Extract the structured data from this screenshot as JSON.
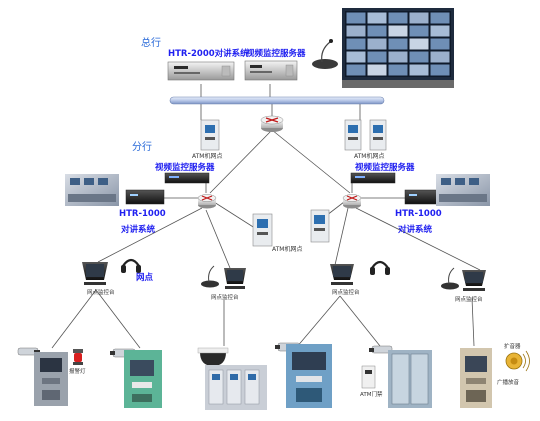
{
  "labels": {
    "hq": "总行",
    "hq_intercom": "HTR-2000对讲系统",
    "hq_video": "视频监控服务器",
    "atm_top_left": "ATM机网点",
    "atm_top_right": "ATM机网点",
    "branch": "分行",
    "left_video": "视频监控服务器",
    "right_video": "视频监控服务器",
    "left_htr": "HTR-1000",
    "left_intercom": "对讲系统",
    "right_htr": "HTR-1000",
    "right_intercom": "对讲系统",
    "atm_center": "ATM机网点",
    "outlet": "网点",
    "console_1": "网点监控台",
    "console_2": "网点监控台",
    "console_3": "网点监控台",
    "console_4": "网点监控台",
    "alarm_light": "报警灯",
    "atm_door": "ATM门禁",
    "amplifier": "扩音器",
    "broadcast": "广播放音"
  },
  "colors": {
    "label_blue": "#1f1ff0",
    "tier_blue": "#2a6ad8",
    "bus": "#b8c8e8"
  }
}
